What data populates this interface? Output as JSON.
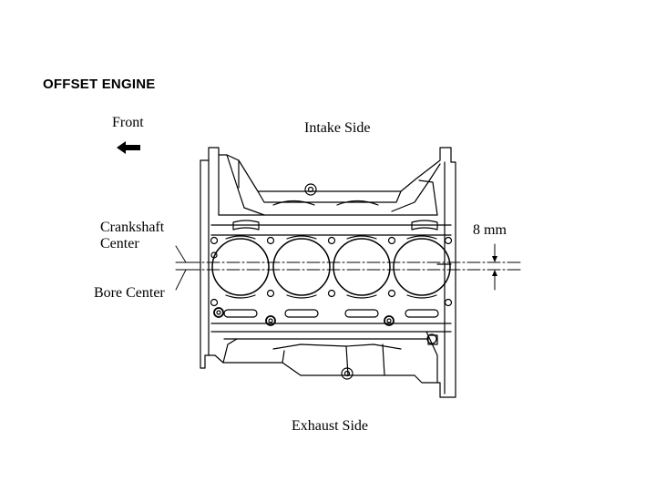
{
  "title": "OFFSET ENGINE",
  "labels": {
    "front": "Front",
    "intake_side": "Intake Side",
    "crankshaft_center_line1": "Crankshaft",
    "crankshaft_center_line2": "Center",
    "bore_center": "Bore Center",
    "offset_dimension": "8 mm",
    "exhaust_side": "Exhaust Side"
  },
  "icons": {
    "front_arrow": "arrow-left-icon"
  },
  "colors": {
    "line": "#000000",
    "background": "#ffffff"
  }
}
